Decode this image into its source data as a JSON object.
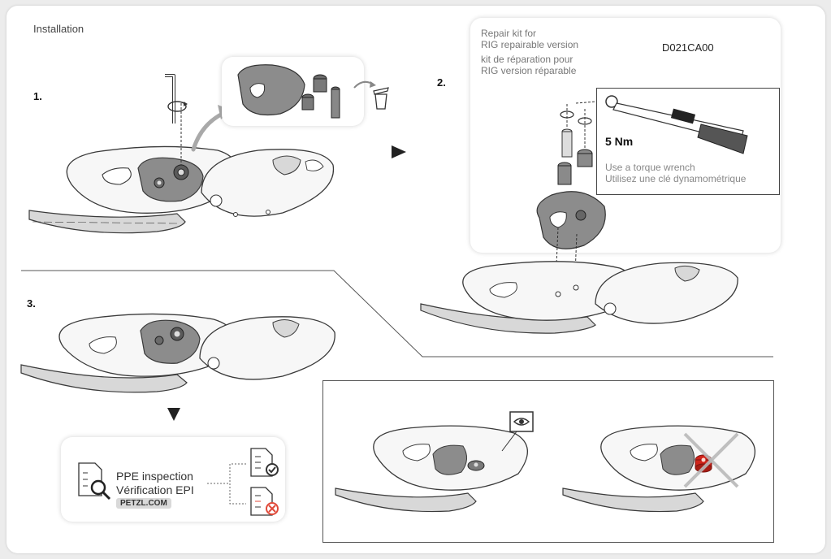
{
  "title": "Installation",
  "steps": {
    "one": "1.",
    "two": "2.",
    "three": "3."
  },
  "repair_kit": {
    "lines": [
      "Repair kit for",
      "RIG repairable version",
      "kit de réparation pour",
      "RIG version réparable"
    ],
    "reference": "D021CA00"
  },
  "torque": {
    "value": "5 Nm",
    "lines": [
      "Use a torque wrench",
      "Utilisez une clé dynamométrique"
    ]
  },
  "ppe": {
    "line1": "PPE inspection",
    "line2": "Vérification EPI",
    "site": "PETZL.COM"
  },
  "colors": {
    "device_fill": "#f7f7f7",
    "device_stroke": "#3a3a3a",
    "cam_fill": "#8c8c8c",
    "pad_fill": "#d8d8d8",
    "arrow_fill": "#222222",
    "curved_arrow": "#a9a9a9",
    "alert_red": "#d0241b",
    "cross_grey": "#b9b9b9",
    "fail_red": "#e04a3a",
    "ok_dark": "#333333"
  },
  "icons": [
    "hex-key-icon",
    "rotation-icon",
    "trash-bin-icon",
    "play-arrow-icon",
    "down-arrow-icon",
    "torque-wrench-icon",
    "eye-inspection-icon",
    "magnifier-checklist-icon",
    "checklist-pass-icon",
    "checklist-fail-icon",
    "cross-icon"
  ]
}
